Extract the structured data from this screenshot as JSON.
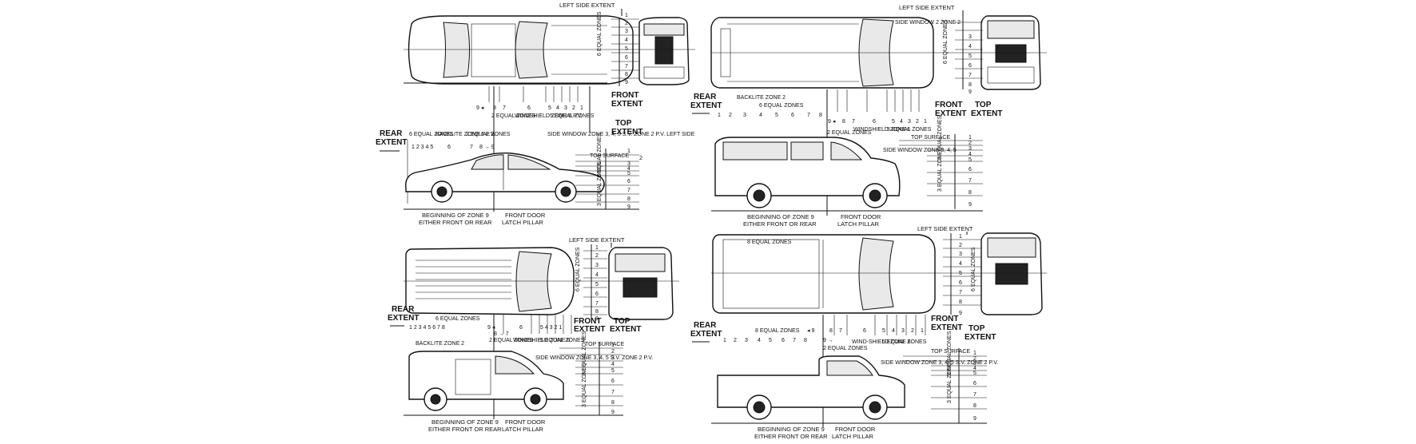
{
  "common": {
    "left_side_extent": "LEFT SIDE EXTENT",
    "front_extent_1": "FRONT",
    "front_extent_2": "EXTENT",
    "top_extent_1": "TOP",
    "top_extent_2": "EXTENT",
    "rear_extent_1": "REAR",
    "rear_extent_2": "EXTENT",
    "top_surface": "TOP SURFACE",
    "six_equal_zones": "6 EQUAL ZONES",
    "three_equal_zones": "3 EQUAL ZONES",
    "beginning_zone9_1": "BEGINNING OF ZONE 9",
    "beginning_zone9_2": "EITHER FRONT OR REAR",
    "front_door_1": "FRONT DOOR",
    "front_door_2": "LATCH PILLAR"
  },
  "panels": {
    "sedan": {
      "backlite": "BACKLITE ZONE 6 P.V.",
      "two_equal_zones": "2 EQUAL ZONES",
      "windshield": "WINDSHIELD ZONE 6 P.V.",
      "five_equal_zones": "5 EQUAL ZONES",
      "side_window": "SIDE WINDOW ZONE 3, 4, 5 S.V. ZONE 2 P.V. LEFT SIDE"
    },
    "suv": {
      "side_window_zone2": "SIDE WINDOW 2 ZONE 2",
      "backlite": "BACKLITE ZONE 2",
      "windshield": "WINDSHIELD ZONE 6",
      "five_equal_zones": "5 EQUAL ZONES",
      "two_equal_zones": "2 EQUAL ZONES",
      "side_window": "SIDE WINDOW ZONE 3, 4, 5"
    },
    "van": {
      "backlite": "BACKLITE ZONE 2",
      "two_equal_zones": "2 EQUAL ZONES",
      "windshield": "WINDSHIELD ZONE 6",
      "five_equal_zones": "5 EQUAL ZONES",
      "side_window": "SIDE WINDOW ZONE 3, 4, 5 S.V. ZONE 2 P.V."
    },
    "pickup": {
      "eight_equal_zones": "8 EQUAL ZONES",
      "two_equal_zones": "2 EQUAL ZONES",
      "windshield": "WIND-SHIELD ZONE 6",
      "five_equal_zones": "5 EQUAL ZONES",
      "side_window": "SIDE WINDOW ZONE 3, 4, 5 S.V. ZONE 2 P.V."
    }
  }
}
